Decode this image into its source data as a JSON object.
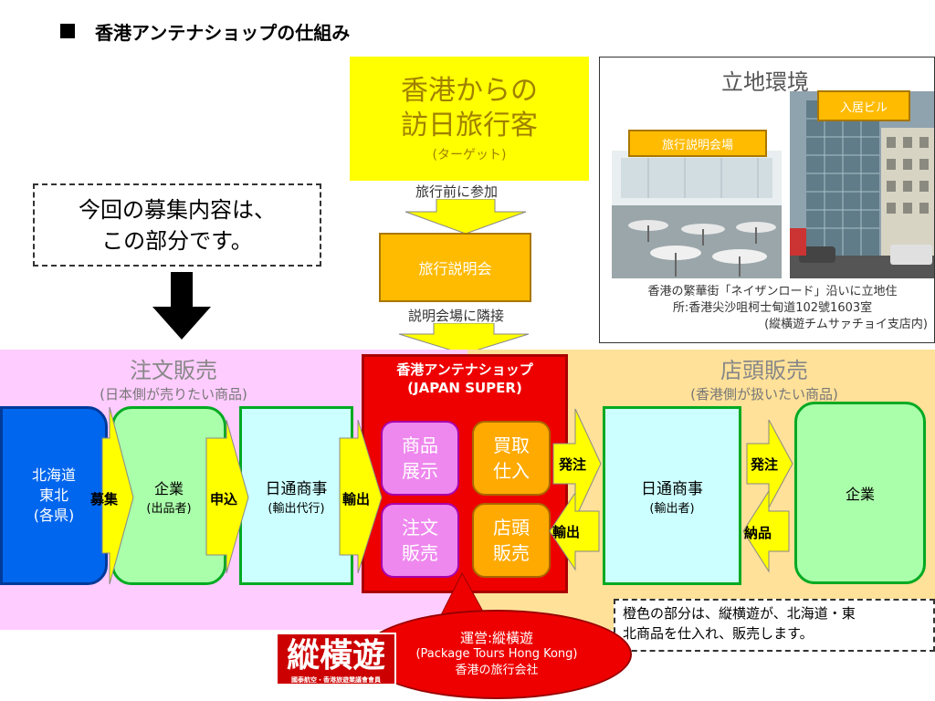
{
  "slide": {
    "title": "香港アンテナショップの仕組み"
  },
  "target": {
    "title_line1": "香港からの",
    "title_line2": "訪日旅行客",
    "subtitle": "(ターゲット)"
  },
  "flow_top": {
    "label_before_trip": "旅行前に参加",
    "briefing": "旅行説明会",
    "label_adjacent": "説明会場に隣接"
  },
  "callout": {
    "line1": "今回の募集内容は、",
    "line2": "この部分です。"
  },
  "location": {
    "title": "立地環境",
    "tag_hall": "旅行説明会場",
    "tag_building": "入居ビル",
    "text_line1": "香港の繁華街「ネイザンロード」沿いに立地住",
    "text_line2": "所:香港尖沙咀柯士甸道102號1603室",
    "text_line3": "(縱橫遊チムサァチョイ支店内)"
  },
  "left_band": {
    "title": "注文販売",
    "subtitle": "(日本側が売りたい商品)"
  },
  "right_band": {
    "title": "店頭販売",
    "subtitle": "(香港側が扱いたい商品)"
  },
  "nodes": {
    "hokkaido_line1": "北海道",
    "hokkaido_line2": "東北",
    "hokkaido_line3": "(各県)",
    "company_left": "企業",
    "company_left_sub": "(出品者)",
    "nittsu_left": "日通商事",
    "nittsu_left_sub": "(輸出代行)",
    "nittsu_right": "日通商事",
    "nittsu_right_sub": "(輸出者)",
    "company_right": "企業"
  },
  "arrows": {
    "recruit": "募集",
    "apply": "申込",
    "export": "輸出",
    "order_shop": "発注",
    "export_right": "輸出",
    "order_company": "発注",
    "deliver": "納品"
  },
  "shop": {
    "title_line1": "香港アンテナショップ",
    "title_line2": "(JAPAN SUPER)",
    "cell1_line1": "商品",
    "cell1_line2": "展示",
    "cell2_line1": "買取",
    "cell2_line2": "仕入",
    "cell3_line1": "注文",
    "cell3_line2": "販売",
    "cell4_line1": "店頭",
    "cell4_line2": "販売"
  },
  "note": {
    "line1": "橙色の部分は、縦横遊が、北海道・東",
    "line2": "北商品を仕入れ、販売します。"
  },
  "operator": {
    "main": "運営:縱橫遊",
    "line2": "(Package Tours Hong Kong)",
    "line3": "香港の旅行会社",
    "logo_text": "縱橫遊",
    "logo_small": "國泰航空・香港旅遊業議會會員"
  },
  "colors": {
    "yellow": "#ffff00",
    "orange": "#ffbb00",
    "red": "#ee0000",
    "pink_band": "#ffccff",
    "orange_band": "#ffe199",
    "blue": "#0066ee",
    "green_fill": "#aaffaa",
    "cyan_fill": "#ccffff"
  }
}
